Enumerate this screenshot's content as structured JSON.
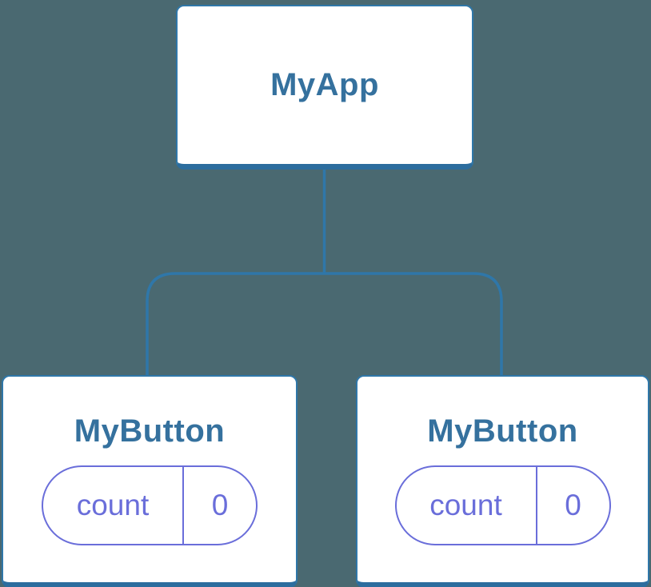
{
  "diagram": {
    "title": "component-tree",
    "colors": {
      "background": "#4A6971",
      "line": "#2F77A9",
      "box_border": "#2F77A9",
      "box_border_bottom": "#2C6D9E",
      "box_fill": "#ffffff",
      "node_text": "#35719E",
      "state_accent": "#6A6EDA"
    },
    "root": {
      "label": "MyApp"
    },
    "children": [
      {
        "label": "MyButton",
        "state_key": "count",
        "state_value": "0"
      },
      {
        "label": "MyButton",
        "state_key": "count",
        "state_value": "0"
      }
    ]
  }
}
